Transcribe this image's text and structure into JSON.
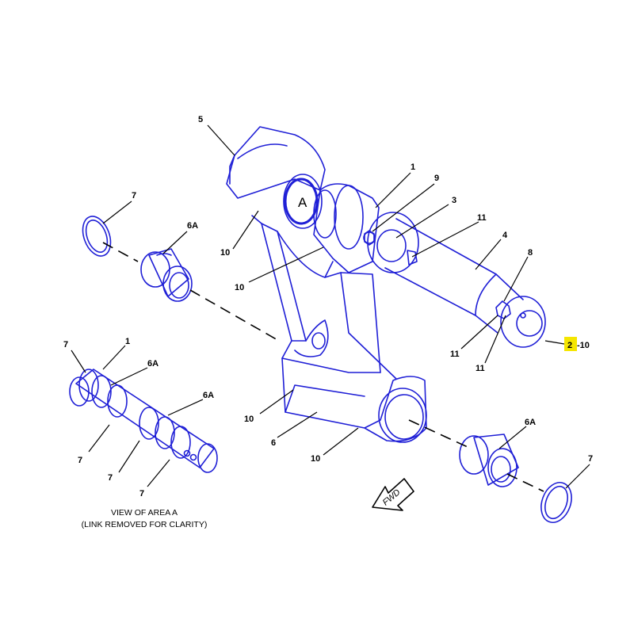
{
  "diagram": {
    "caption_line1": "VIEW OF AREA A",
    "caption_line2": "(LINK REMOVED FOR CLARITY)",
    "area_label": "A",
    "direction_label": "FWD",
    "highlight_color": "#f5e600",
    "line_color": "#1f1fd6",
    "callouts": {
      "c5": "5",
      "c1_top": "1",
      "c9": "9",
      "c3": "3",
      "c11_top": "11",
      "c4": "4",
      "c8": "8",
      "c7_top": "7",
      "c6a_top": "6A",
      "c10_a": "10",
      "c10_b": "10",
      "c11_mid": "11",
      "c11_low": "11",
      "c2_prefix": "2",
      "c2_suffix": "-10",
      "c7_view": "7",
      "c1_view": "1",
      "c6a_view1": "6A",
      "c6a_view2": "6A",
      "c7_v1": "7",
      "c7_v2": "7",
      "c7_v3": "7",
      "c10_c": "10",
      "c6": "6",
      "c10_d": "10",
      "c6a_right": "6A",
      "c7_right": "7"
    }
  }
}
